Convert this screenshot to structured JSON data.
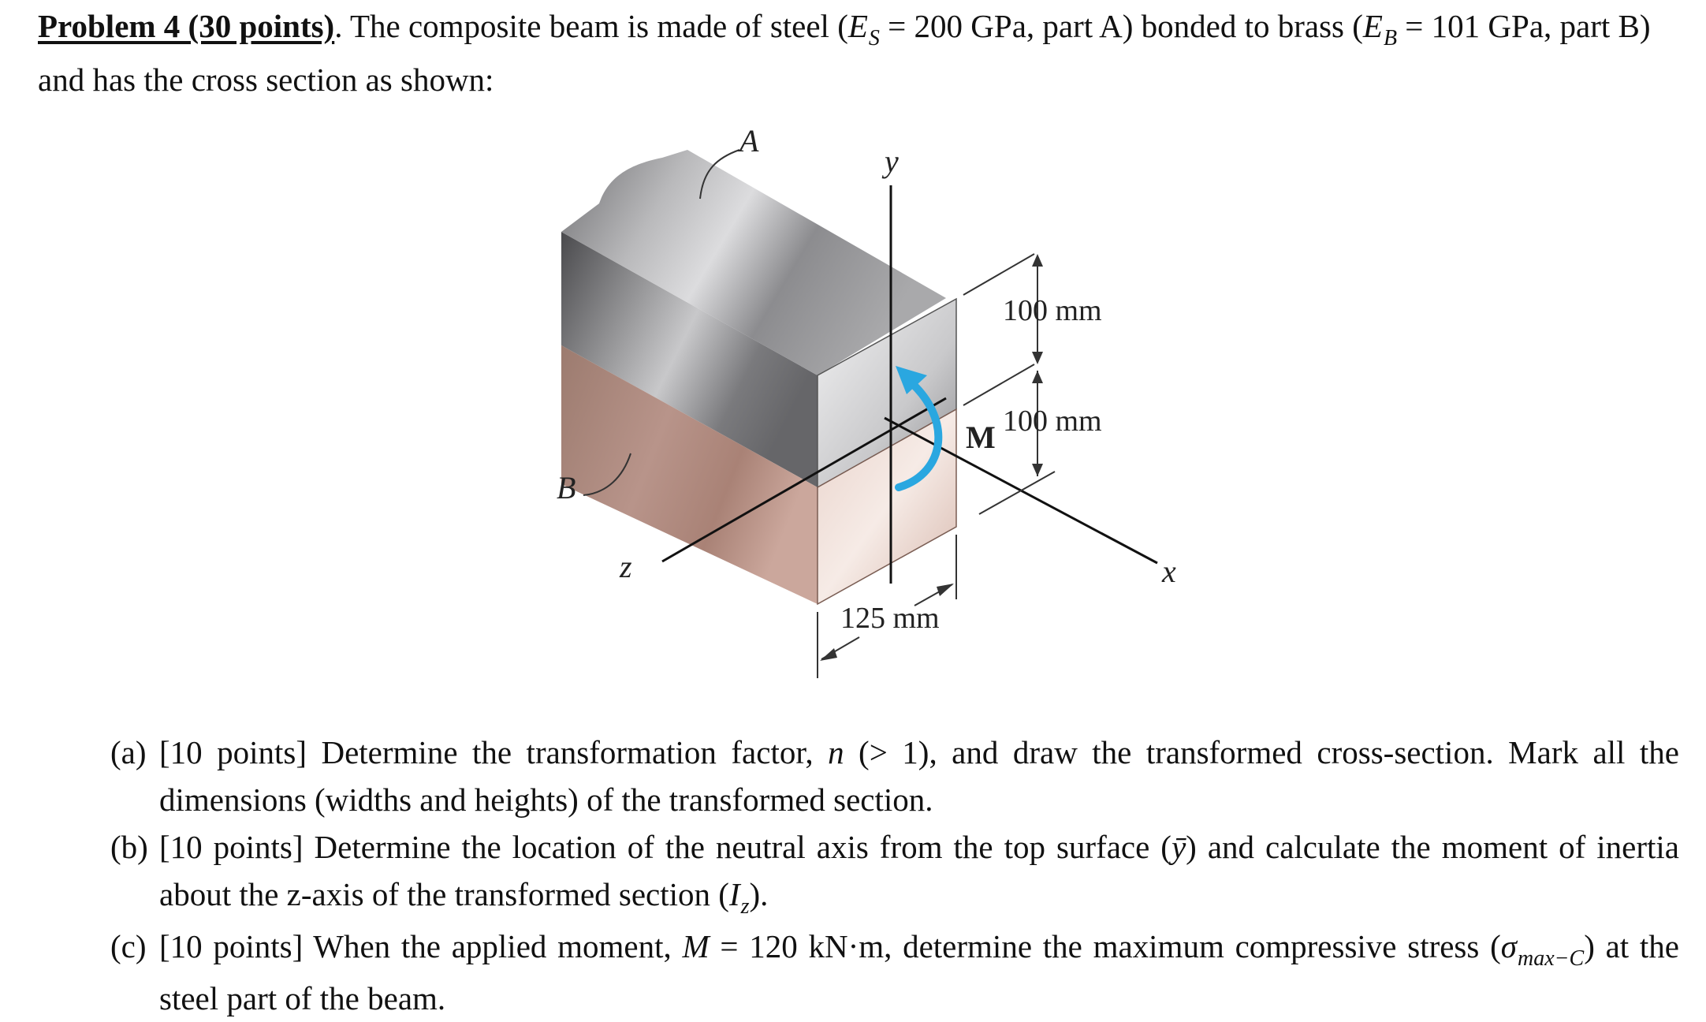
{
  "problem": {
    "title": "Problem 4 (30 points)",
    "intro": ". The composite beam is made of steel (",
    "es_symbol": "E",
    "es_sub": "S",
    "es_value": " = 200 GPa, part A) bonded to brass (",
    "eb_symbol": "E",
    "eb_sub": "B",
    "eb_value": " = 101 GPa, part B) and has the cross section as shown:"
  },
  "figure": {
    "label_a": "A",
    "label_b": "B",
    "axis_y": "y",
    "axis_z": "z",
    "axis_x": "x",
    "moment": "M",
    "dim_top": "100 mm",
    "dim_bottom": "100 mm",
    "dim_width": "125 mm",
    "colors": {
      "steel": "#9a9a9c",
      "brass": "#c9a294",
      "moment_arrow": "#2aa7e0"
    }
  },
  "parts": [
    {
      "tag": "(a)",
      "text_1": "[10 points] Determine the transformation factor, ",
      "var": "n",
      "text_2": " (> 1), and draw the transformed cross-section. Mark all the dimensions (widths and heights) of the transformed section."
    },
    {
      "tag": "(b)",
      "text_1": "[10 points] Determine the location of the neutral axis from the top surface (",
      "var": "ȳ",
      "text_2": ") and calculate the moment of inertia about the z-axis of the transformed section (",
      "var2": "I",
      "var2_sub": "z",
      "text_3": ")."
    },
    {
      "tag": "(c)",
      "text_1": "[10 points] When the applied moment, ",
      "var": "M",
      "text_2": " = 120 kN·m, determine the maximum compressive stress (",
      "var2": "σ",
      "var2_sub": "max−C",
      "text_3": ") at the steel part of the beam."
    }
  ]
}
